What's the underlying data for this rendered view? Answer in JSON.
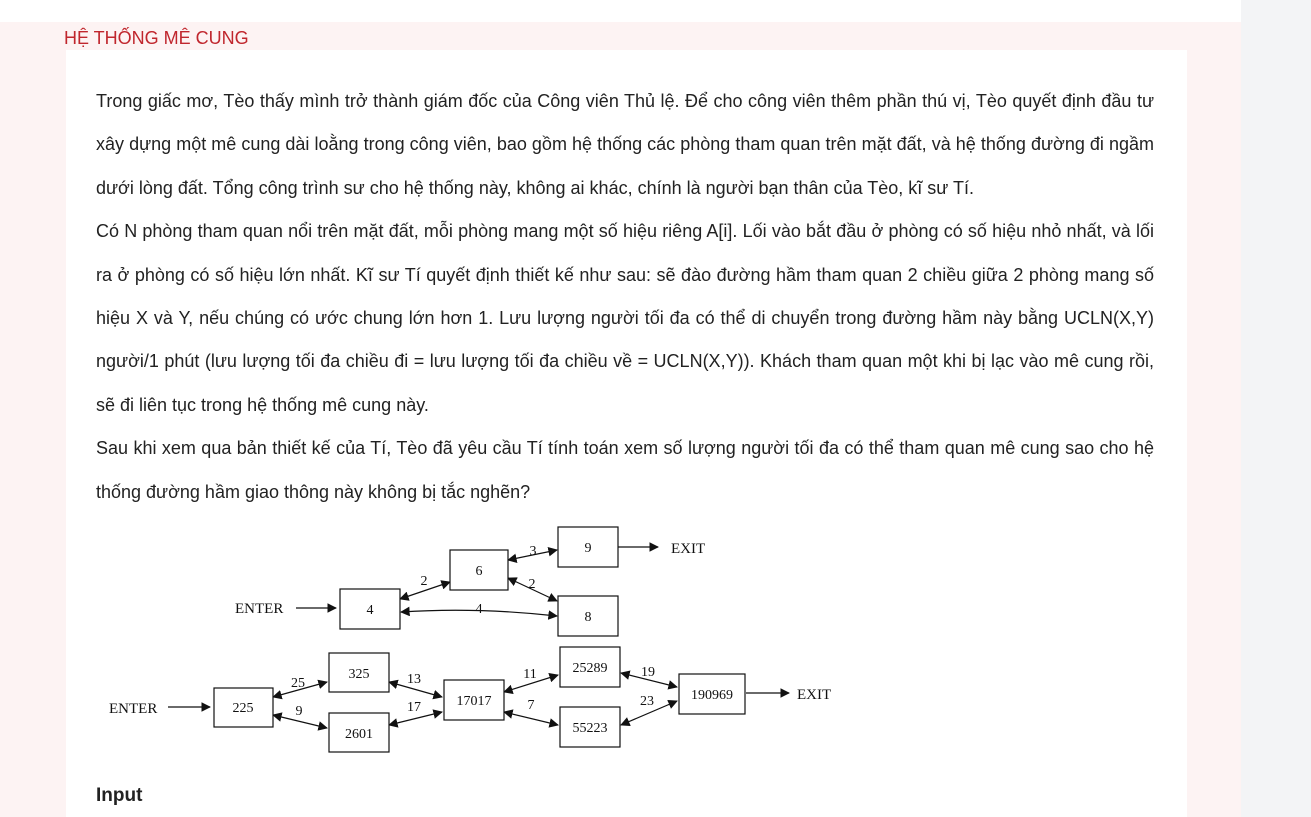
{
  "problem": {
    "title": "HỆ THỐNG MÊ CUNG",
    "paragraphs": [
      "Trong giấc mơ, Tèo thấy mình trở thành giám đốc của Công viên Thủ lệ. Để cho công viên thêm phần thú vị, Tèo quyết định đầu tư xây dựng một mê cung dài loằng trong công viên, bao gồm hệ thống các phòng tham quan trên mặt đất, và hệ thống đường đi ngầm dưới lòng đất. Tổng công trình sư cho hệ thống này, không ai khác, chính là người bạn thân của Tèo, kĩ sư Tí.",
      "Có N phòng tham quan nổi trên mặt đất, mỗi phòng mang một số hiệu riêng A[i]. Lối vào bắt đầu ở phòng có số hiệu nhỏ nhất, và lối ra ở phòng có số hiệu lớn nhất. Kĩ sư Tí quyết định thiết kế như sau: sẽ đào đường hầm tham quan 2 chiều giữa 2 phòng mang số hiệu X và Y, nếu chúng có ước chung lớn hơn 1. Lưu lượng người tối đa có thể di chuyển trong đường hầm này bằng UCLN(X,Y) người/1 phút (lưu lượng tối đa chiều đi = lưu lượng tối đa chiều về = UCLN(X,Y)). Khách tham quan một khi bị lạc vào mê cung rồi, sẽ đi liên tục trong hệ thống mê cung này.",
      "Sau khi xem qua bản thiết kế của Tí, Tèo đã yêu cầu Tí tính toán xem số lượng người tối đa có thể tham quan mê cung sao cho hệ thống đường hầm giao thông này không bị tắc nghẽn?"
    ],
    "input_heading": "Input"
  },
  "diagram": {
    "labels": {
      "enter": "ENTER",
      "exit": "EXIT"
    },
    "graph1": {
      "rooms": {
        "r4": "4",
        "r6": "6",
        "r9": "9",
        "r8": "8"
      },
      "edges": {
        "e4_6": "2",
        "e6_9": "3",
        "e6_8": "2",
        "e4_8": "4"
      }
    },
    "graph2": {
      "rooms": {
        "r225": "225",
        "r325": "325",
        "r2601": "2601",
        "r17017": "17017",
        "r25289": "25289",
        "r55223": "55223",
        "r190969": "190969"
      },
      "edges": {
        "e225_325": "25",
        "e225_2601": "9",
        "e325_17017": "13",
        "e2601_17017": "17",
        "e17017_25289": "11",
        "e17017_55223": "7",
        "e25289_190969": "19",
        "e55223_190969": "23"
      }
    }
  }
}
